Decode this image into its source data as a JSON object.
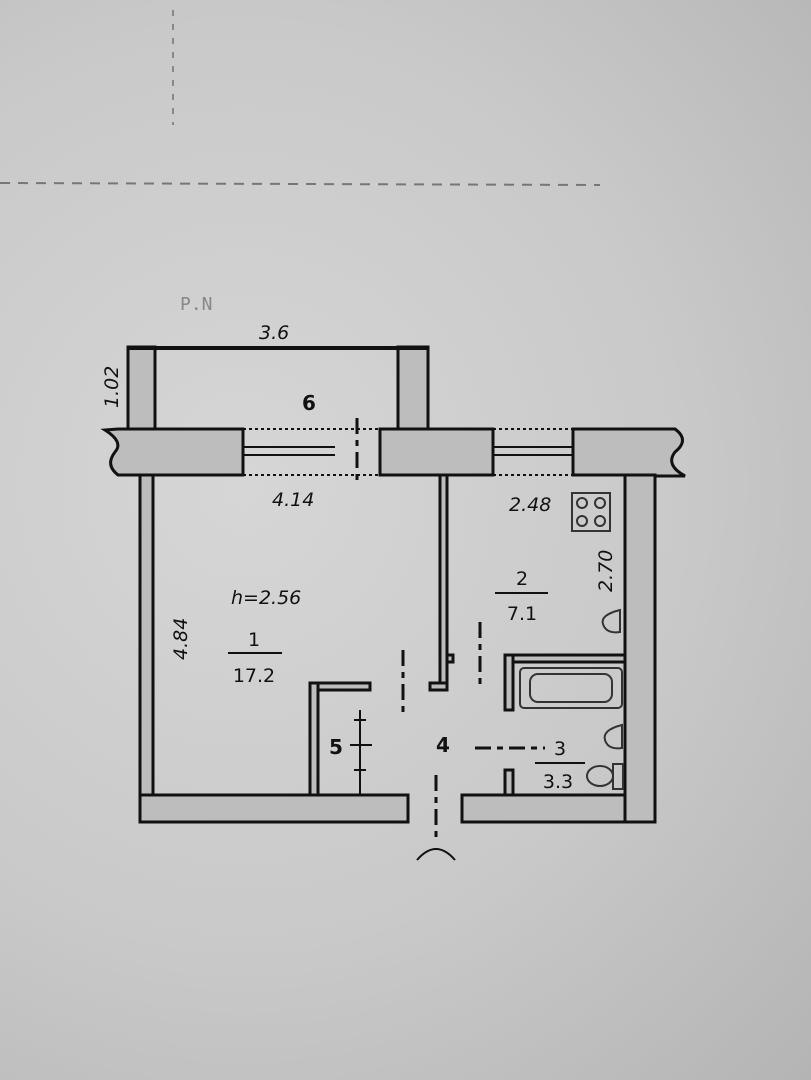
{
  "plan": {
    "header_faint": "P.N",
    "balcony": {
      "number": "6",
      "width": "3.6",
      "depth": "1.02"
    },
    "ceiling_height": "h=2.56",
    "rooms": [
      {
        "number": "1",
        "area": "17.2",
        "width": "4.14",
        "length": "4.84"
      },
      {
        "number": "2",
        "area": "7.1",
        "width": "2.48",
        "length": "2.70"
      },
      {
        "number": "3",
        "area": "3.3"
      },
      {
        "number": "4"
      },
      {
        "number": "5"
      }
    ]
  },
  "colors": {
    "ink": "#111111",
    "wall_fill": "#bdbdbd",
    "paper": "#cdcdcd"
  }
}
